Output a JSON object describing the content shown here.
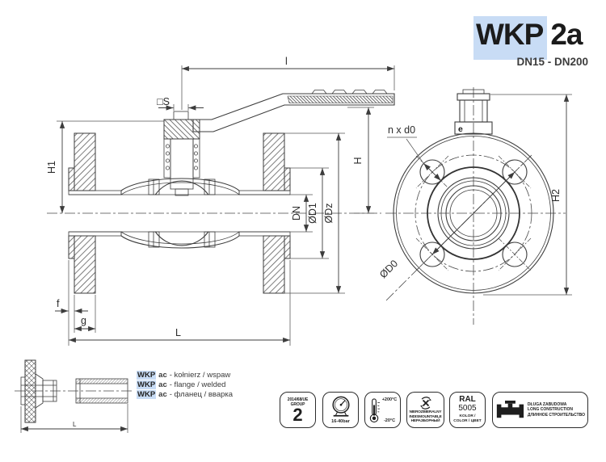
{
  "colors": {
    "accent_highlight": "#c8dcf5",
    "line": "#3c3c3c"
  },
  "title": {
    "series": "WKP",
    "variant": "2a",
    "range": "DN15 - DN200"
  },
  "legend": {
    "items": [
      {
        "brand": "WKP",
        "code": "ac",
        "desc": "- kołnierz / wspaw"
      },
      {
        "brand": "WKP",
        "code": "ac",
        "desc": "- flange / welded"
      },
      {
        "brand": "WKP",
        "code": "ac",
        "desc": "- фланец / вварка"
      }
    ]
  },
  "drawing": {
    "labels": {
      "l": "l",
      "s": "□S",
      "h1": "H1",
      "dn": "DN",
      "d1": "ØD1",
      "dz": "ØDz",
      "h": "H",
      "f": "f",
      "g": "g",
      "length": "L",
      "nxd0": "n x d0",
      "d0": "ØD0",
      "e": "e",
      "h2": "H2",
      "small_length": "L"
    }
  },
  "badges": {
    "pressure_group": {
      "line1": "2014/68/UE",
      "line2": "GROUP",
      "value": "2"
    },
    "pressure_range": {
      "label": "16-40bar",
      "icon": "pressure-gauge-icon"
    },
    "temperature": {
      "max": "+200°C",
      "min": "-20°C",
      "icon": "thermometer-icon"
    },
    "indismountable": {
      "lines": [
        "NIEROZBIERALNY",
        "INDISMOUNTABLE",
        "НЕРАЗБОРНЫЙ"
      ],
      "icon": "no-disassembly-icon"
    },
    "color": {
      "code": "RAL",
      "value": "5005",
      "label_line1": "KOLOR /",
      "label_line2": "COLOR / ЦВЕТ"
    },
    "construction": {
      "lines": [
        "DŁUGA ZABUDOWA",
        "LONG CONSTRUCTION",
        "ДЛИННОЕ СТРОИТЕЛЬСТВО"
      ],
      "icon": "valve-silhouette-icon"
    }
  }
}
